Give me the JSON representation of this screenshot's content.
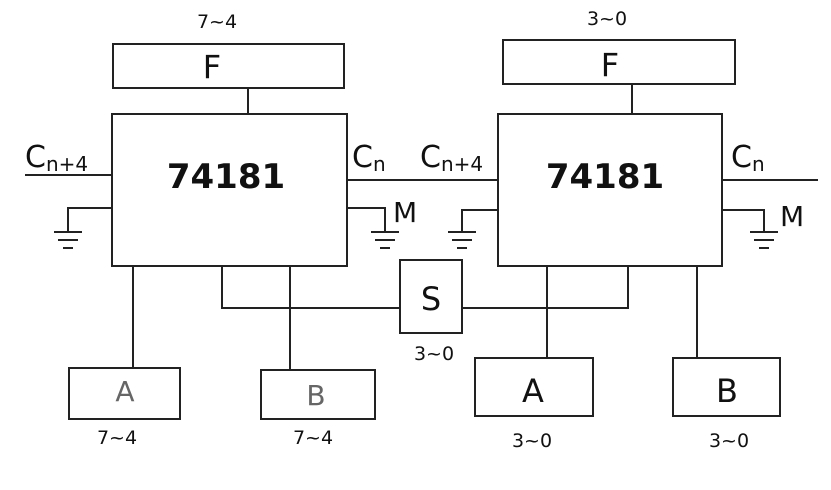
{
  "left": {
    "chip": "74181",
    "f_label": "F",
    "f_range": "7~4",
    "cn4_main": "C",
    "cn4_sub": "n+4",
    "cn_main": "C",
    "cn_sub": "n",
    "m_label": "M",
    "a_label": "A",
    "a_range": "7~4",
    "b_label": "B",
    "b_range": "7~4"
  },
  "right": {
    "chip": "74181",
    "f_label": "F",
    "f_range": "3~0",
    "cn4_main": "C",
    "cn4_sub": "n+4",
    "cn_main": "C",
    "cn_sub": "n",
    "m_label": "M",
    "a_label": "A",
    "a_range": "3~0",
    "b_label": "B",
    "b_range": "3~0"
  },
  "s": {
    "label": "S",
    "range": "3~0"
  }
}
